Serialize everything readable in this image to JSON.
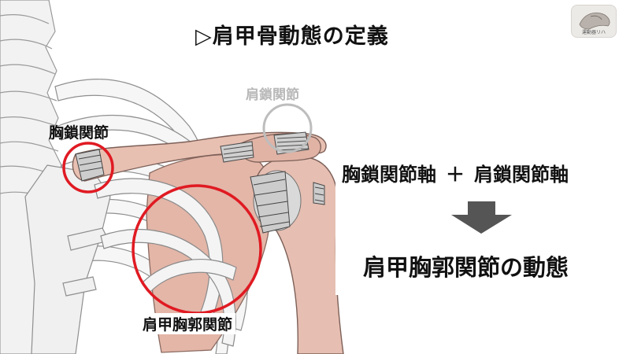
{
  "title": "▷肩甲骨動態の定義",
  "labels": {
    "acromioclavicular": "肩鎖関節",
    "sternoclavicular": "胸鎖関節",
    "scapulothoracic": "肩甲胸郭関節"
  },
  "equation": {
    "left": "胸鎖関節軸",
    "operator": "＋",
    "right": "肩鎖関節軸",
    "result": "肩甲胸郭関節の動態"
  },
  "logo": {
    "text": "運動器リハ"
  },
  "colors": {
    "highlight_circle": "#e01a22",
    "faded_circle": "#bdbdbd",
    "arrow": "#555555",
    "muscle": "#e3b6a8",
    "bone": "#f4f4f4"
  }
}
